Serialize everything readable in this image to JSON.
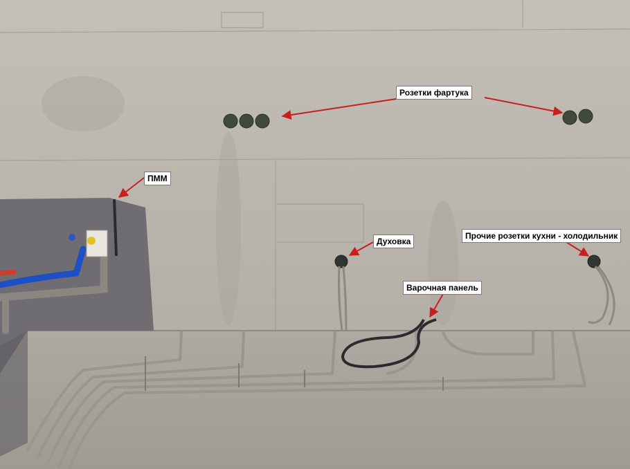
{
  "labels": {
    "apron_sockets": "Розетки фартука",
    "dishwasher": "ПММ",
    "oven": "Духовка",
    "hob": "Варочная панель",
    "other_sockets": "Прочие розетки кухни - холодильник"
  },
  "colors": {
    "arrow": "#c81e1e",
    "wall": "#bbb7af",
    "floor": "#a8a49c",
    "waterproofing": "#6f6d72",
    "pipe_blue": "#1f4fc4",
    "pipe_red": "#d23a2a",
    "conduit": "#9a968f",
    "cable": "#2b2a2c"
  }
}
